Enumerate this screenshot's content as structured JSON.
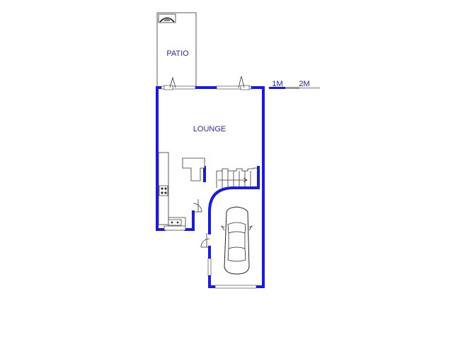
{
  "rooms": {
    "patio": "PATIO",
    "lounge": "LOUNGE"
  },
  "scale": {
    "label_1": "1M",
    "label_2": "2M"
  },
  "colors": {
    "wall": "#1a1ae6",
    "label": "#2a2aa8",
    "fixture_line": "#333333"
  },
  "icons": [
    "braai-icon",
    "stove-icon",
    "sink-icon",
    "car-icon",
    "door-swing-icon",
    "staircase-icon"
  ]
}
